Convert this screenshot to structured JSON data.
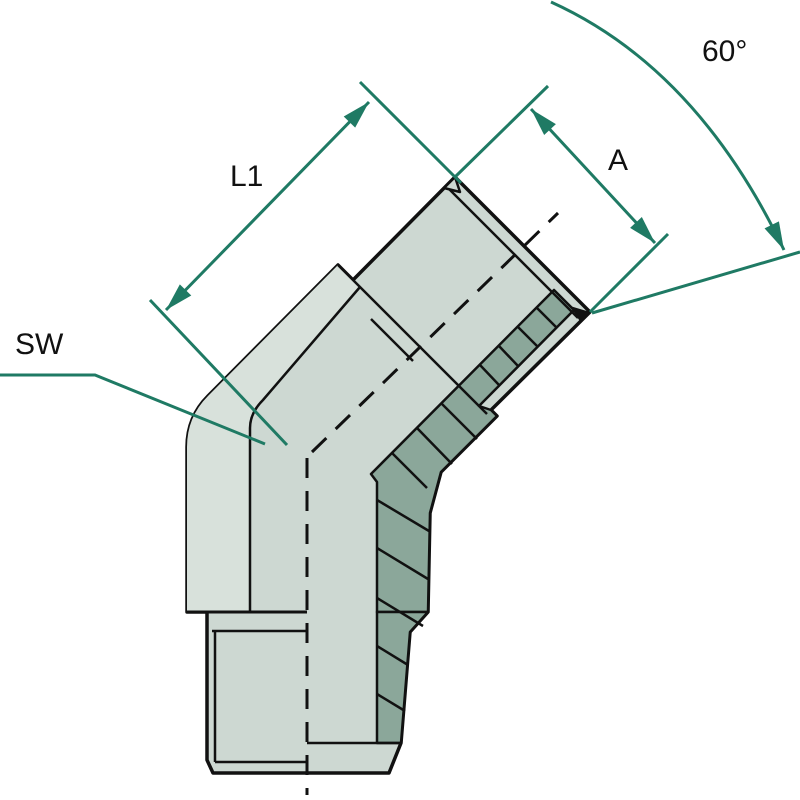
{
  "diagram": {
    "type": "technical-drawing",
    "subject": "45-degree elbow male adapter fitting, side profile with threads",
    "labels": {
      "length_dim": "L1",
      "thread_dim": "A",
      "wrench_size": "SW",
      "seat_angle": "60°"
    },
    "colors": {
      "dimension_lines": "#1f7a64",
      "body_fill": "#cdd8d2",
      "body_fill_light": "#d8e1db",
      "thread_shading": "#8ba79a",
      "outline": "#111111",
      "background": "#ffffff"
    }
  }
}
